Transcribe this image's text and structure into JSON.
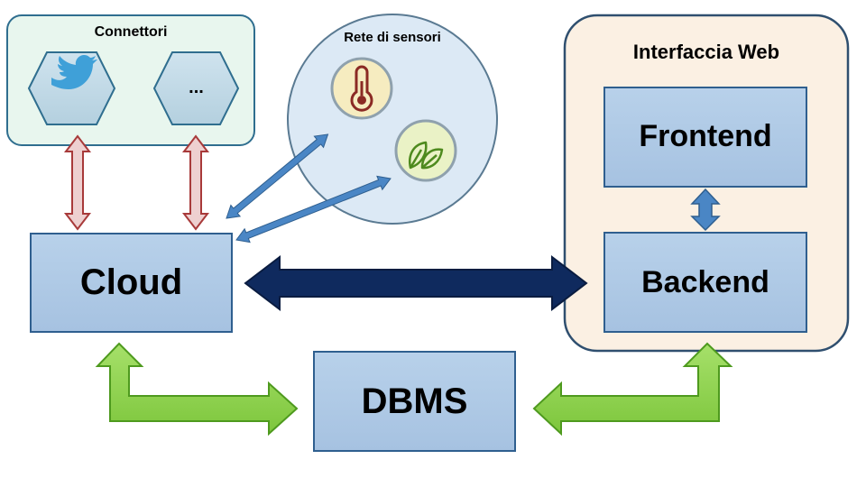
{
  "connectors": {
    "title": "Connettori",
    "items": [
      {
        "icon": "twitter-bird-icon",
        "label": ""
      },
      {
        "icon": "",
        "label": "..."
      }
    ]
  },
  "sensors": {
    "title": "Rete di sensori",
    "items": [
      {
        "icon": "thermometer-icon"
      },
      {
        "icon": "leaves-icon"
      }
    ]
  },
  "web": {
    "title": "Interfaccia Web",
    "frontend": "Frontend",
    "backend": "Backend"
  },
  "cloud": {
    "label": "Cloud"
  },
  "dbms": {
    "label": "DBMS"
  },
  "colors": {
    "connectors_panel": "#e8f6ee",
    "web_panel": "#fbf0e3",
    "box_fill": "#adc8e6",
    "box_stroke": "#4f7fb0",
    "dark_arrow": "#0f2a5e",
    "green_arrow": "#8cd14b",
    "red_arrow": "#e8c4c4",
    "blue_arrow": "#4a86c5"
  }
}
